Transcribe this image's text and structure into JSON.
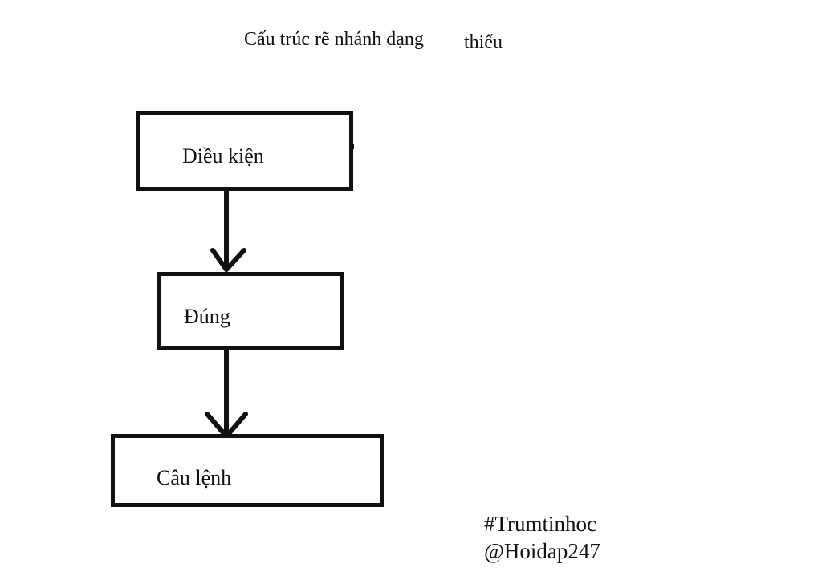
{
  "title": {
    "main": "Cấu trúc rẽ nhánh dạng",
    "suffix": "thiếu"
  },
  "flowchart": {
    "boxes": [
      {
        "label": "Điều kiện"
      },
      {
        "label": "Đúng"
      },
      {
        "label": "Câu lệnh"
      }
    ]
  },
  "footer": {
    "hashtag": "#Trumtinhoc",
    "handle": "@Hoidap247"
  },
  "colors": {
    "stroke": "#111111",
    "background": "#ffffff"
  }
}
